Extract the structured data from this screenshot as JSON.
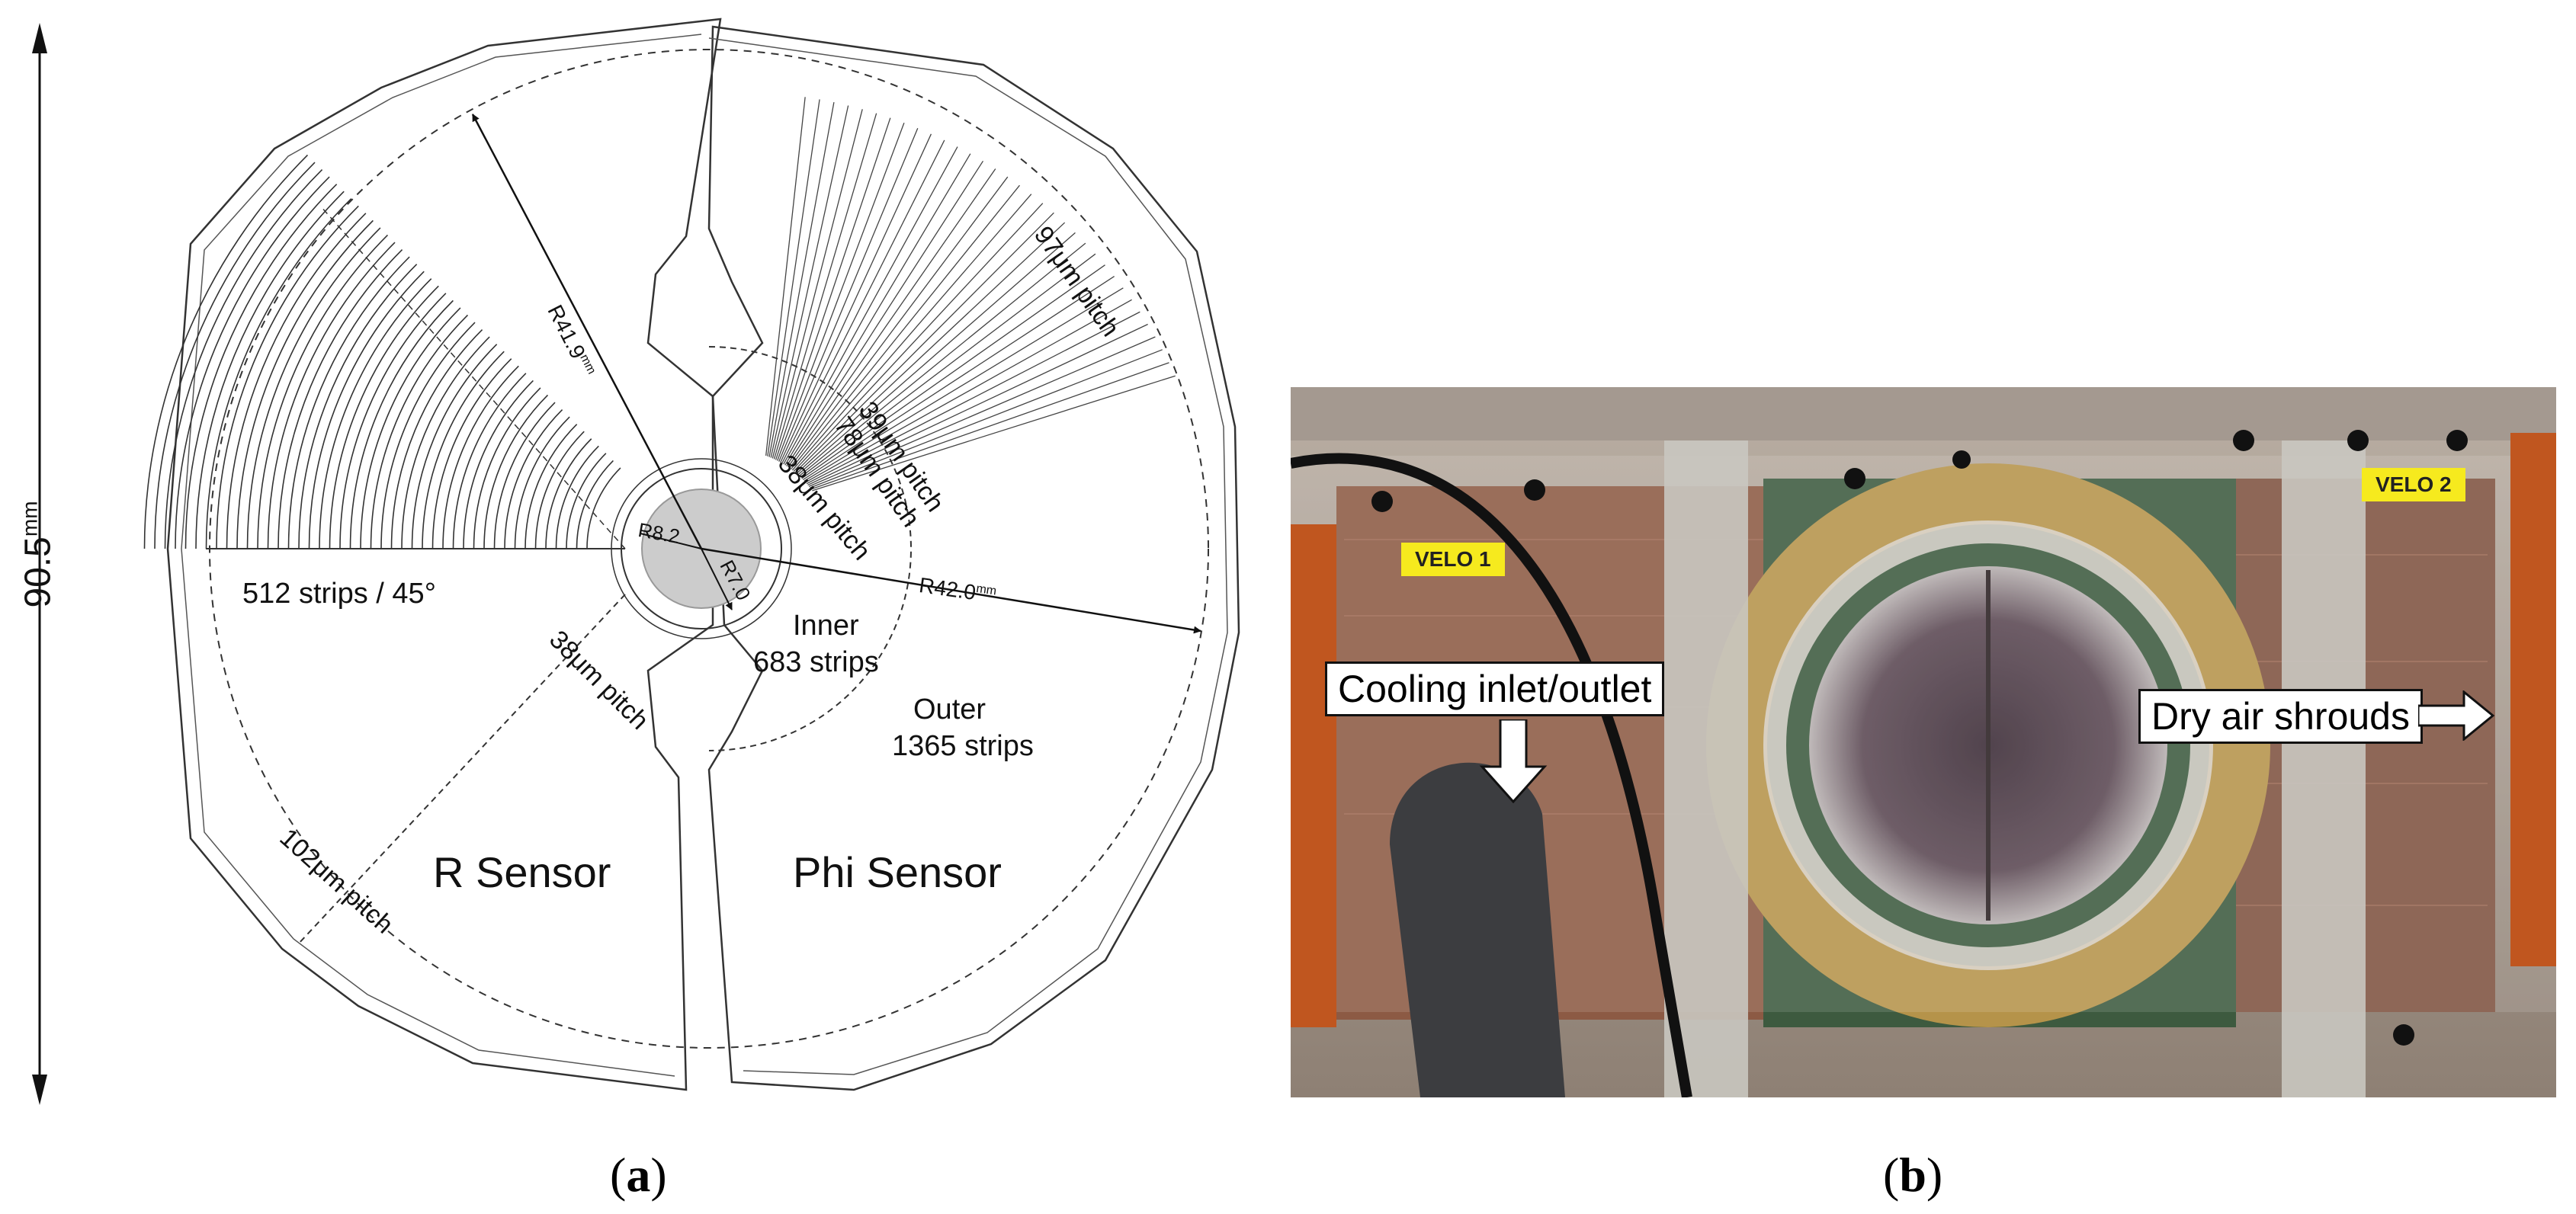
{
  "panel_a": {
    "dimension_value": "90.5",
    "dimension_unit": "mm",
    "labels": {
      "r_sensor": "R Sensor",
      "phi_sensor": "Phi Sensor",
      "strips_45": "512 strips / 45°",
      "pitch_38_r": "38μm pitch",
      "pitch_102": "102μm pitch",
      "pitch_97": "97μm pitch",
      "pitch_39": "39μm pitch",
      "pitch_78": "78μm pitch",
      "pitch_38_phi": "38μm pitch",
      "inner": "Inner",
      "inner_strips": "683 strips",
      "outer": "Outer",
      "outer_strips": "1365 strips",
      "r41": "R41.9",
      "r42": "R42.0",
      "r8": "R8.2",
      "r7": "R7.0",
      "mm": "mm"
    }
  },
  "panel_b": {
    "callouts": {
      "cooling": "Cooling inlet/outlet",
      "dry_air": "Dry air shrouds"
    },
    "tags": {
      "velo1": "VELO 1",
      "velo2": "VELO 2"
    }
  },
  "captions": {
    "a_open": "(",
    "a_letter": "a",
    "a_close": ")",
    "b_open": "(",
    "b_letter": "b",
    "b_close": ")"
  },
  "colors": {
    "line": "#222222",
    "beam_spot": "#cccccc",
    "tag_yellow": "#f6ea1e",
    "photo_bg": "#8a7a6a"
  }
}
